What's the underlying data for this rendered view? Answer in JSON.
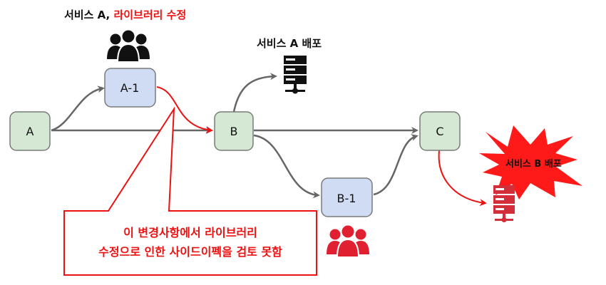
{
  "top_label": {
    "prefix": "서비스 A, ",
    "suffix": "라이브러리 수정"
  },
  "deploy_a_label": "서비스 A 배포",
  "deploy_b_label": "서비스 B 배포",
  "nodes": {
    "a": "A",
    "a1": "A-1",
    "b": "B",
    "b1": "B-1",
    "c": "C"
  },
  "callout": {
    "line1": "이 변경사항에서 라이브러리",
    "line2": "수정으로 인한 사이드이펙을 검토 못함"
  },
  "icons": {
    "team_a": "users-group-icon",
    "team_b": "users-group-icon",
    "server_a": "server-icon",
    "server_b": "server-icon",
    "burst": "explosion-burst"
  },
  "colors": {
    "accent_red": "#ee1111",
    "node_green": "#d5e8d4",
    "node_blue": "#cfdcf3",
    "arrow_gray": "#666666",
    "icon_dark": "#111111",
    "burst_red": "#ff1a1a",
    "server_red": "#d32f3a"
  }
}
